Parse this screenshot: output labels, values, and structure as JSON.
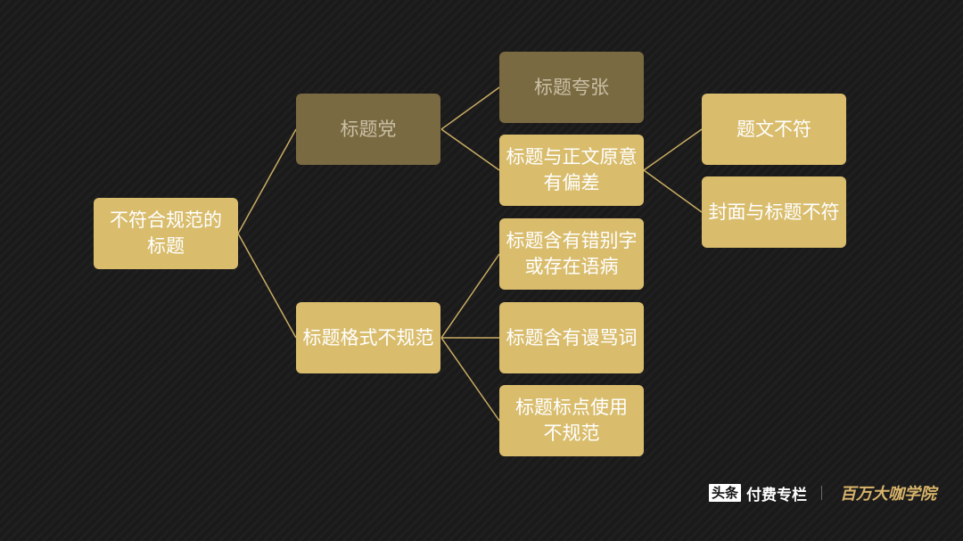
{
  "diagram": {
    "root": "不符合规范的\n标题",
    "branches": [
      {
        "label": "标题党",
        "children": [
          {
            "label": "标题夸张",
            "children": []
          },
          {
            "label": "标题与正文原意\n有偏差",
            "children": [
              "题文不符",
              "封面与标题不符"
            ]
          }
        ]
      },
      {
        "label": "标题格式不规范",
        "children": [
          {
            "label": "标题含有错别字\n或存在语病",
            "children": []
          },
          {
            "label": "标题含有谩骂词",
            "children": []
          },
          {
            "label": "标题标点使用\n不规范",
            "children": []
          }
        ]
      }
    ]
  },
  "footer": {
    "toutiao": "头条",
    "paid_column": "付费专栏",
    "academy": "百万大咖学院"
  },
  "colors": {
    "background": "#1b1a1a",
    "node_fill": "#d9bd6d",
    "node_dim_fill": "#7a6a41",
    "node_text": "#ffffff",
    "connector": "#c8ad63"
  }
}
